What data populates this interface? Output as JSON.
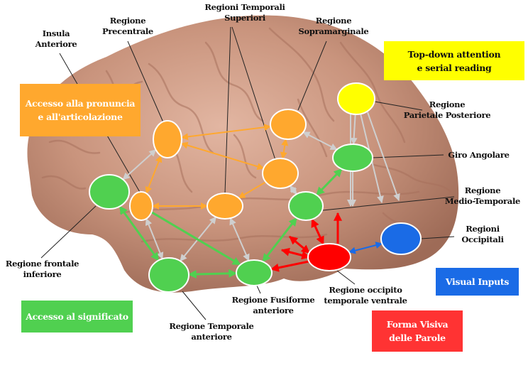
{
  "colors": {
    "orange": "#FFA82E",
    "green": "#50D050",
    "yellow": "#FFFF00",
    "red": "#FF0000",
    "blue": "#1A6BE6",
    "grey_arrow": "#CFCFCF",
    "brain": "#C8917A"
  },
  "boxes": {
    "pronuncia": {
      "line1": "Accesso alla pronuncia",
      "line2": "e all'articolazione",
      "color": "#FFA82E"
    },
    "topdown": {
      "line1": "Top-down attention",
      "line2": "e serial reading",
      "color": "#FFFF00"
    },
    "significato": {
      "line1": "Accesso al significato",
      "color": "#50D050"
    },
    "visual": {
      "line1": "Visual Inputs",
      "color": "#1A6BE6"
    },
    "forma": {
      "line1": "Forma Visiva",
      "line2": "delle Parole",
      "color": "#FF3333"
    }
  },
  "labels": {
    "insula": {
      "line1": "Insula",
      "line2": "Anteriore"
    },
    "precentrale": {
      "line1": "Regione",
      "line2": "Precentrale"
    },
    "temporali_sup": {
      "line1": "Regioni Temporali",
      "line2": "Superiori"
    },
    "sopramarginale": {
      "line1": "Regione",
      "line2": "Sopramarginale"
    },
    "parietale": {
      "line1": "Regione",
      "line2": "Parietale Posteriore"
    },
    "angolare": {
      "line1": "Giro Angolare"
    },
    "medio_temporale": {
      "line1": "Regione",
      "line2": "Medio-Temporale"
    },
    "occipitali": {
      "line1": "Regioni",
      "line2": "Occipitali"
    },
    "frontale_inf": {
      "line1": "Regione frontale",
      "line2": "inferiore"
    },
    "occipito_temp": {
      "line1": "Regione occipito",
      "line2": "temporale ventrale"
    },
    "fusiforme": {
      "line1": "Regione Fusiforme",
      "line2": "anteriore"
    },
    "temporale_ant": {
      "line1": "Regione Temporale",
      "line2": "anteriore"
    }
  },
  "nodes": [
    {
      "id": "precentrale",
      "region": "Regione Precentrale",
      "color": "orange"
    },
    {
      "id": "sopramarginale",
      "region": "Regione Sopramarginale",
      "color": "orange"
    },
    {
      "id": "temp_sup_post",
      "region": "Regioni Temporali Superiori (posteriore)",
      "color": "orange"
    },
    {
      "id": "temp_sup_ant",
      "region": "Regioni Temporali Superiori (anteriore)",
      "color": "orange"
    },
    {
      "id": "insula",
      "region": "Insula Anteriore",
      "color": "orange"
    },
    {
      "id": "frontale_inf",
      "region": "Regione frontale inferiore",
      "color": "green"
    },
    {
      "id": "angolare",
      "region": "Giro Angolare",
      "color": "green"
    },
    {
      "id": "medio_temporale",
      "region": "Regione Medio-Temporale",
      "color": "green"
    },
    {
      "id": "temporale_ant",
      "region": "Regione Temporale anteriore",
      "color": "green"
    },
    {
      "id": "fusiforme",
      "region": "Regione Fusiforme anteriore",
      "color": "green"
    },
    {
      "id": "parietale",
      "region": "Regione Parietale Posteriore",
      "color": "yellow"
    },
    {
      "id": "vwfa",
      "region": "Regione occipito temporale ventrale",
      "color": "red"
    },
    {
      "id": "occipitali",
      "region": "Regioni Occipitali",
      "color": "blue"
    }
  ]
}
